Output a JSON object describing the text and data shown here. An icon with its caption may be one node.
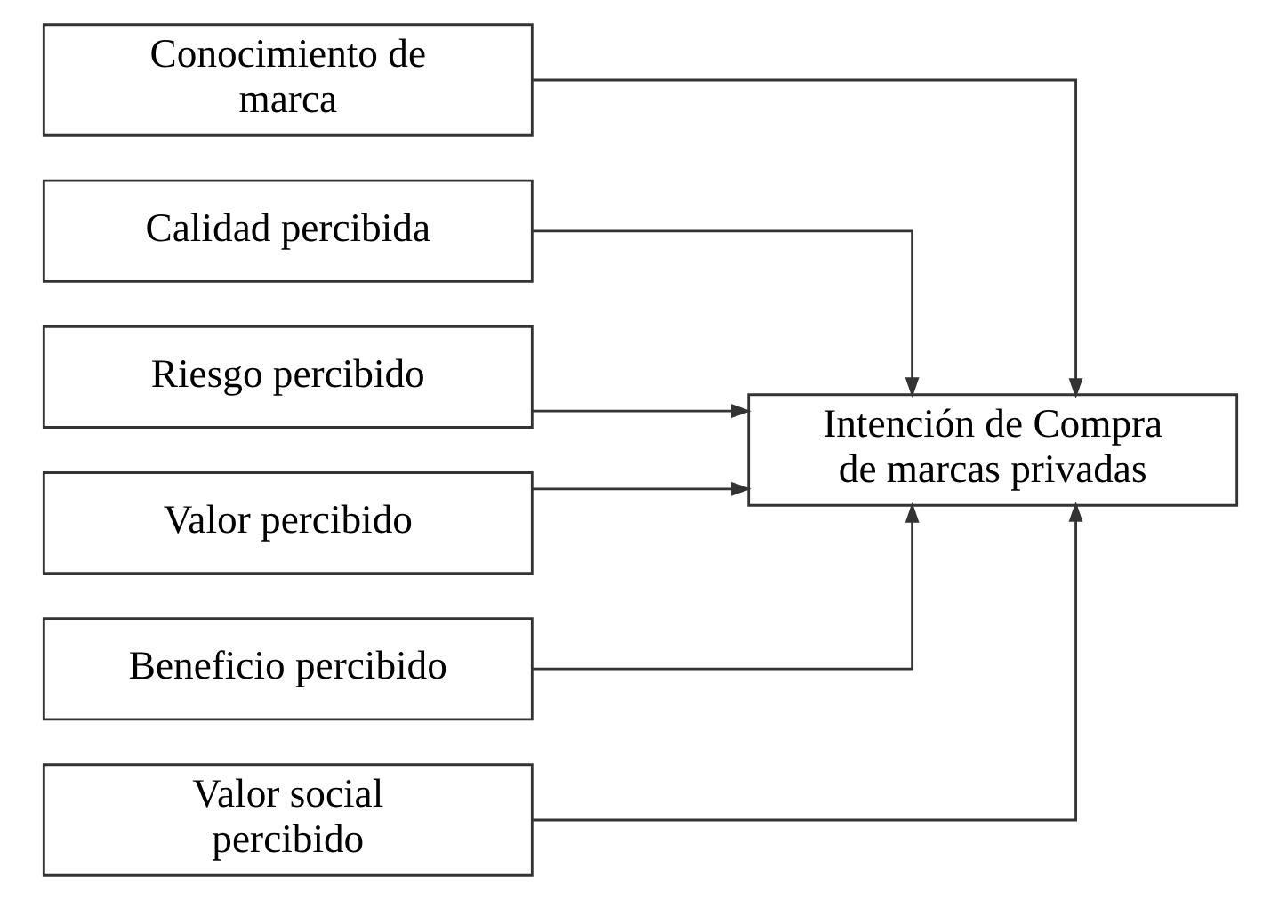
{
  "diagram": {
    "nodes": [
      {
        "text": [
          "Conocimiento de marca"
        ]
      },
      {
        "text": [
          "Calidad percibida"
        ]
      },
      {
        "text": [
          "Riesgo percibido"
        ]
      },
      {
        "text": [
          "Valor percibido"
        ]
      },
      {
        "text": [
          "Beneficio percibido"
        ]
      },
      {
        "text": [
          "Valor social percibido"
        ]
      },
      {
        "text": [
          "Intención de Compra de marcas privadas"
        ]
      }
    ],
    "edges": [
      {
        "from": 0,
        "to": 6,
        "arrow": "to"
      },
      {
        "from": 1,
        "to": 6,
        "arrow": "to"
      },
      {
        "from": 2,
        "to": 6,
        "arrow": "to"
      },
      {
        "from": 3,
        "to": 6,
        "arrow": "to"
      },
      {
        "from": 4,
        "to": 6,
        "arrow": "to"
      },
      {
        "from": 5,
        "to": 6,
        "arrow": "to"
      }
    ]
  }
}
